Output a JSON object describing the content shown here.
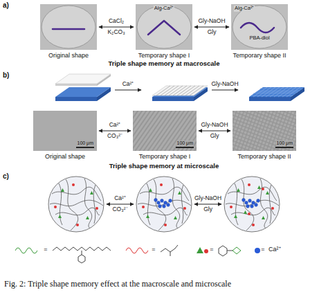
{
  "diagram": {
    "caption": "Fig. 2: Triple shape memory effect at the macroscale and microscale",
    "nodes": [
      {
        "text": [
          "Original shape"
        ]
      },
      {
        "text": [
          "Temporary shape I",
          "Alg-Ca²⁺"
        ]
      },
      {
        "text": [
          "Temporary shape II",
          "Alg-Ca²⁺",
          "PBA-diol"
        ]
      },
      {
        "text": [
          "Original shape",
          "100 μm"
        ]
      },
      {
        "text": [
          "Temporary shape I",
          "100 μm"
        ]
      },
      {
        "text": [
          "Temporary shape II",
          "100 μm"
        ]
      }
    ],
    "edges": [
      {
        "from": 0,
        "to": 1,
        "arrow": "both",
        "label": "CaCl₂"
      },
      {
        "from": 1,
        "to": 2,
        "arrow": "both",
        "label": "Gly-NaOH"
      },
      {
        "from": 3,
        "to": 4,
        "arrow": "both",
        "label": "Ca²⁺"
      },
      {
        "from": 4,
        "to": 5,
        "arrow": "both",
        "label": "Gly-NaOH"
      }
    ],
    "labels": [
      "a)",
      "K₂CO₃",
      "Gly",
      "Triple shape memory at macroscale",
      "b)",
      "Ca²⁺",
      "Gly-NaOH",
      "CO₃²⁻",
      "Gly",
      "Triple shape memory at microscale",
      "c)",
      "Ca²⁺",
      "CO₃²⁻",
      "Gly-NaOH",
      "Gly",
      "=",
      "=",
      "=",
      "="
    ],
    "legend": [
      {
        "text": "Ca²⁺",
        "color": "#2a5bd7"
      }
    ]
  }
}
